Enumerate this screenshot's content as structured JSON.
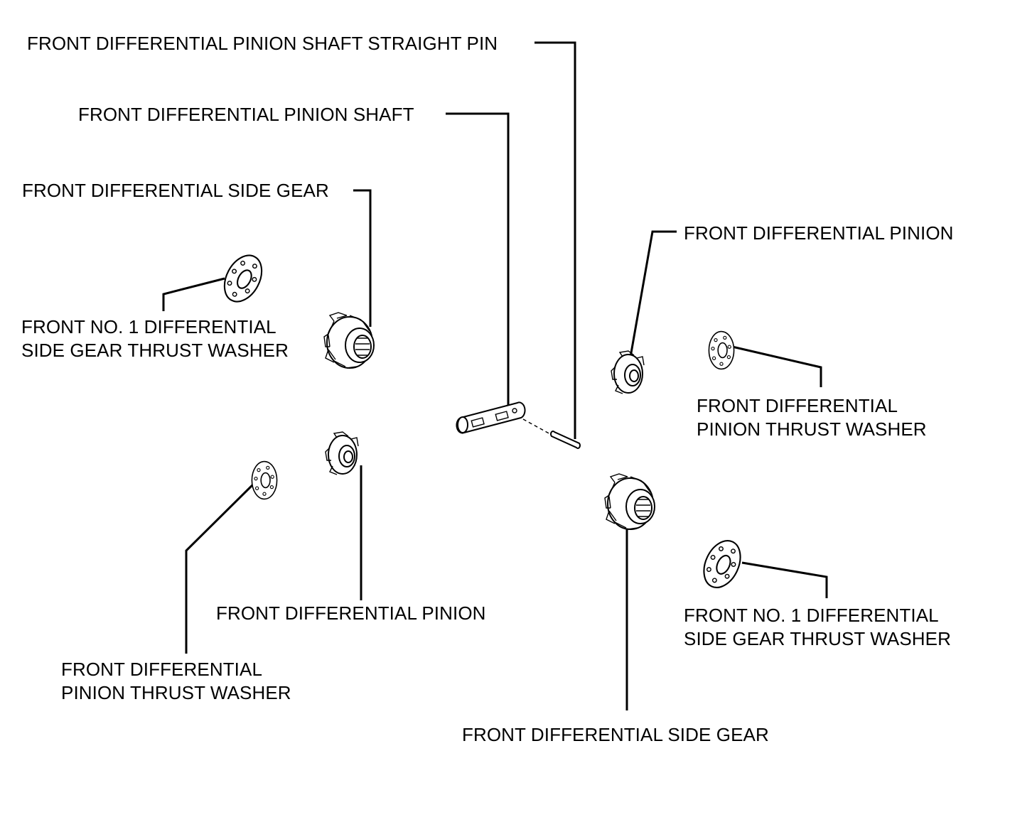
{
  "labels": {
    "straight_pin": "FRONT DIFFERENTIAL PINION SHAFT STRAIGHT PIN",
    "pinion_shaft": "FRONT DIFFERENTIAL PINION SHAFT",
    "side_gear_left": "FRONT DIFFERENTIAL SIDE GEAR",
    "pinion_right": "FRONT DIFFERENTIAL PINION",
    "side_washer_left": [
      "FRONT NO. 1 DIFFERENTIAL",
      "SIDE GEAR THRUST WASHER"
    ],
    "pinion_washer_right": [
      "FRONT DIFFERENTIAL",
      "PINION THRUST WASHER"
    ],
    "pinion_left": "FRONT DIFFERENTIAL PINION",
    "side_washer_right": [
      "FRONT NO. 1 DIFFERENTIAL",
      "SIDE GEAR THRUST WASHER"
    ],
    "pinion_washer_left": [
      "FRONT DIFFERENTIAL",
      "PINION THRUST WASHER"
    ],
    "side_gear_bottom": "FRONT DIFFERENTIAL SIDE GEAR"
  }
}
